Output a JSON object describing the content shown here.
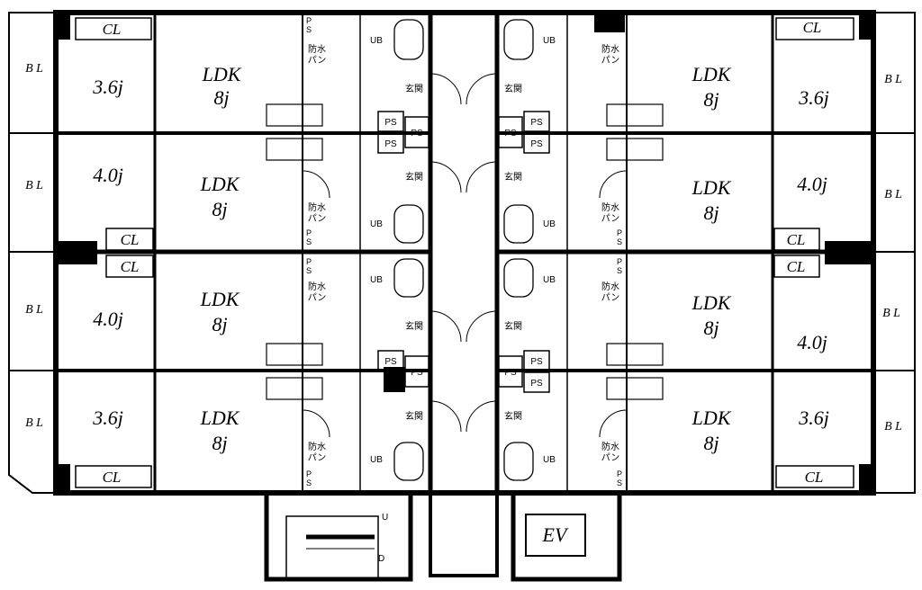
{
  "labels": {
    "bl": "B L",
    "cl": "CL",
    "ldk": "LDK",
    "ldk_size": "8j",
    "ub": "UB",
    "ps": "PS",
    "p": "P",
    "s": "S",
    "bousui": "防水",
    "pan": "パン",
    "genkan": "玄関",
    "ev": "EV",
    "stair_up": "U",
    "stair_down": "D"
  },
  "units": {
    "left": [
      "3.6j",
      "4.0j",
      "4.0j",
      "3.6j"
    ],
    "right": [
      "3.6j",
      "4.0j",
      "4.0j",
      "3.6j"
    ]
  }
}
